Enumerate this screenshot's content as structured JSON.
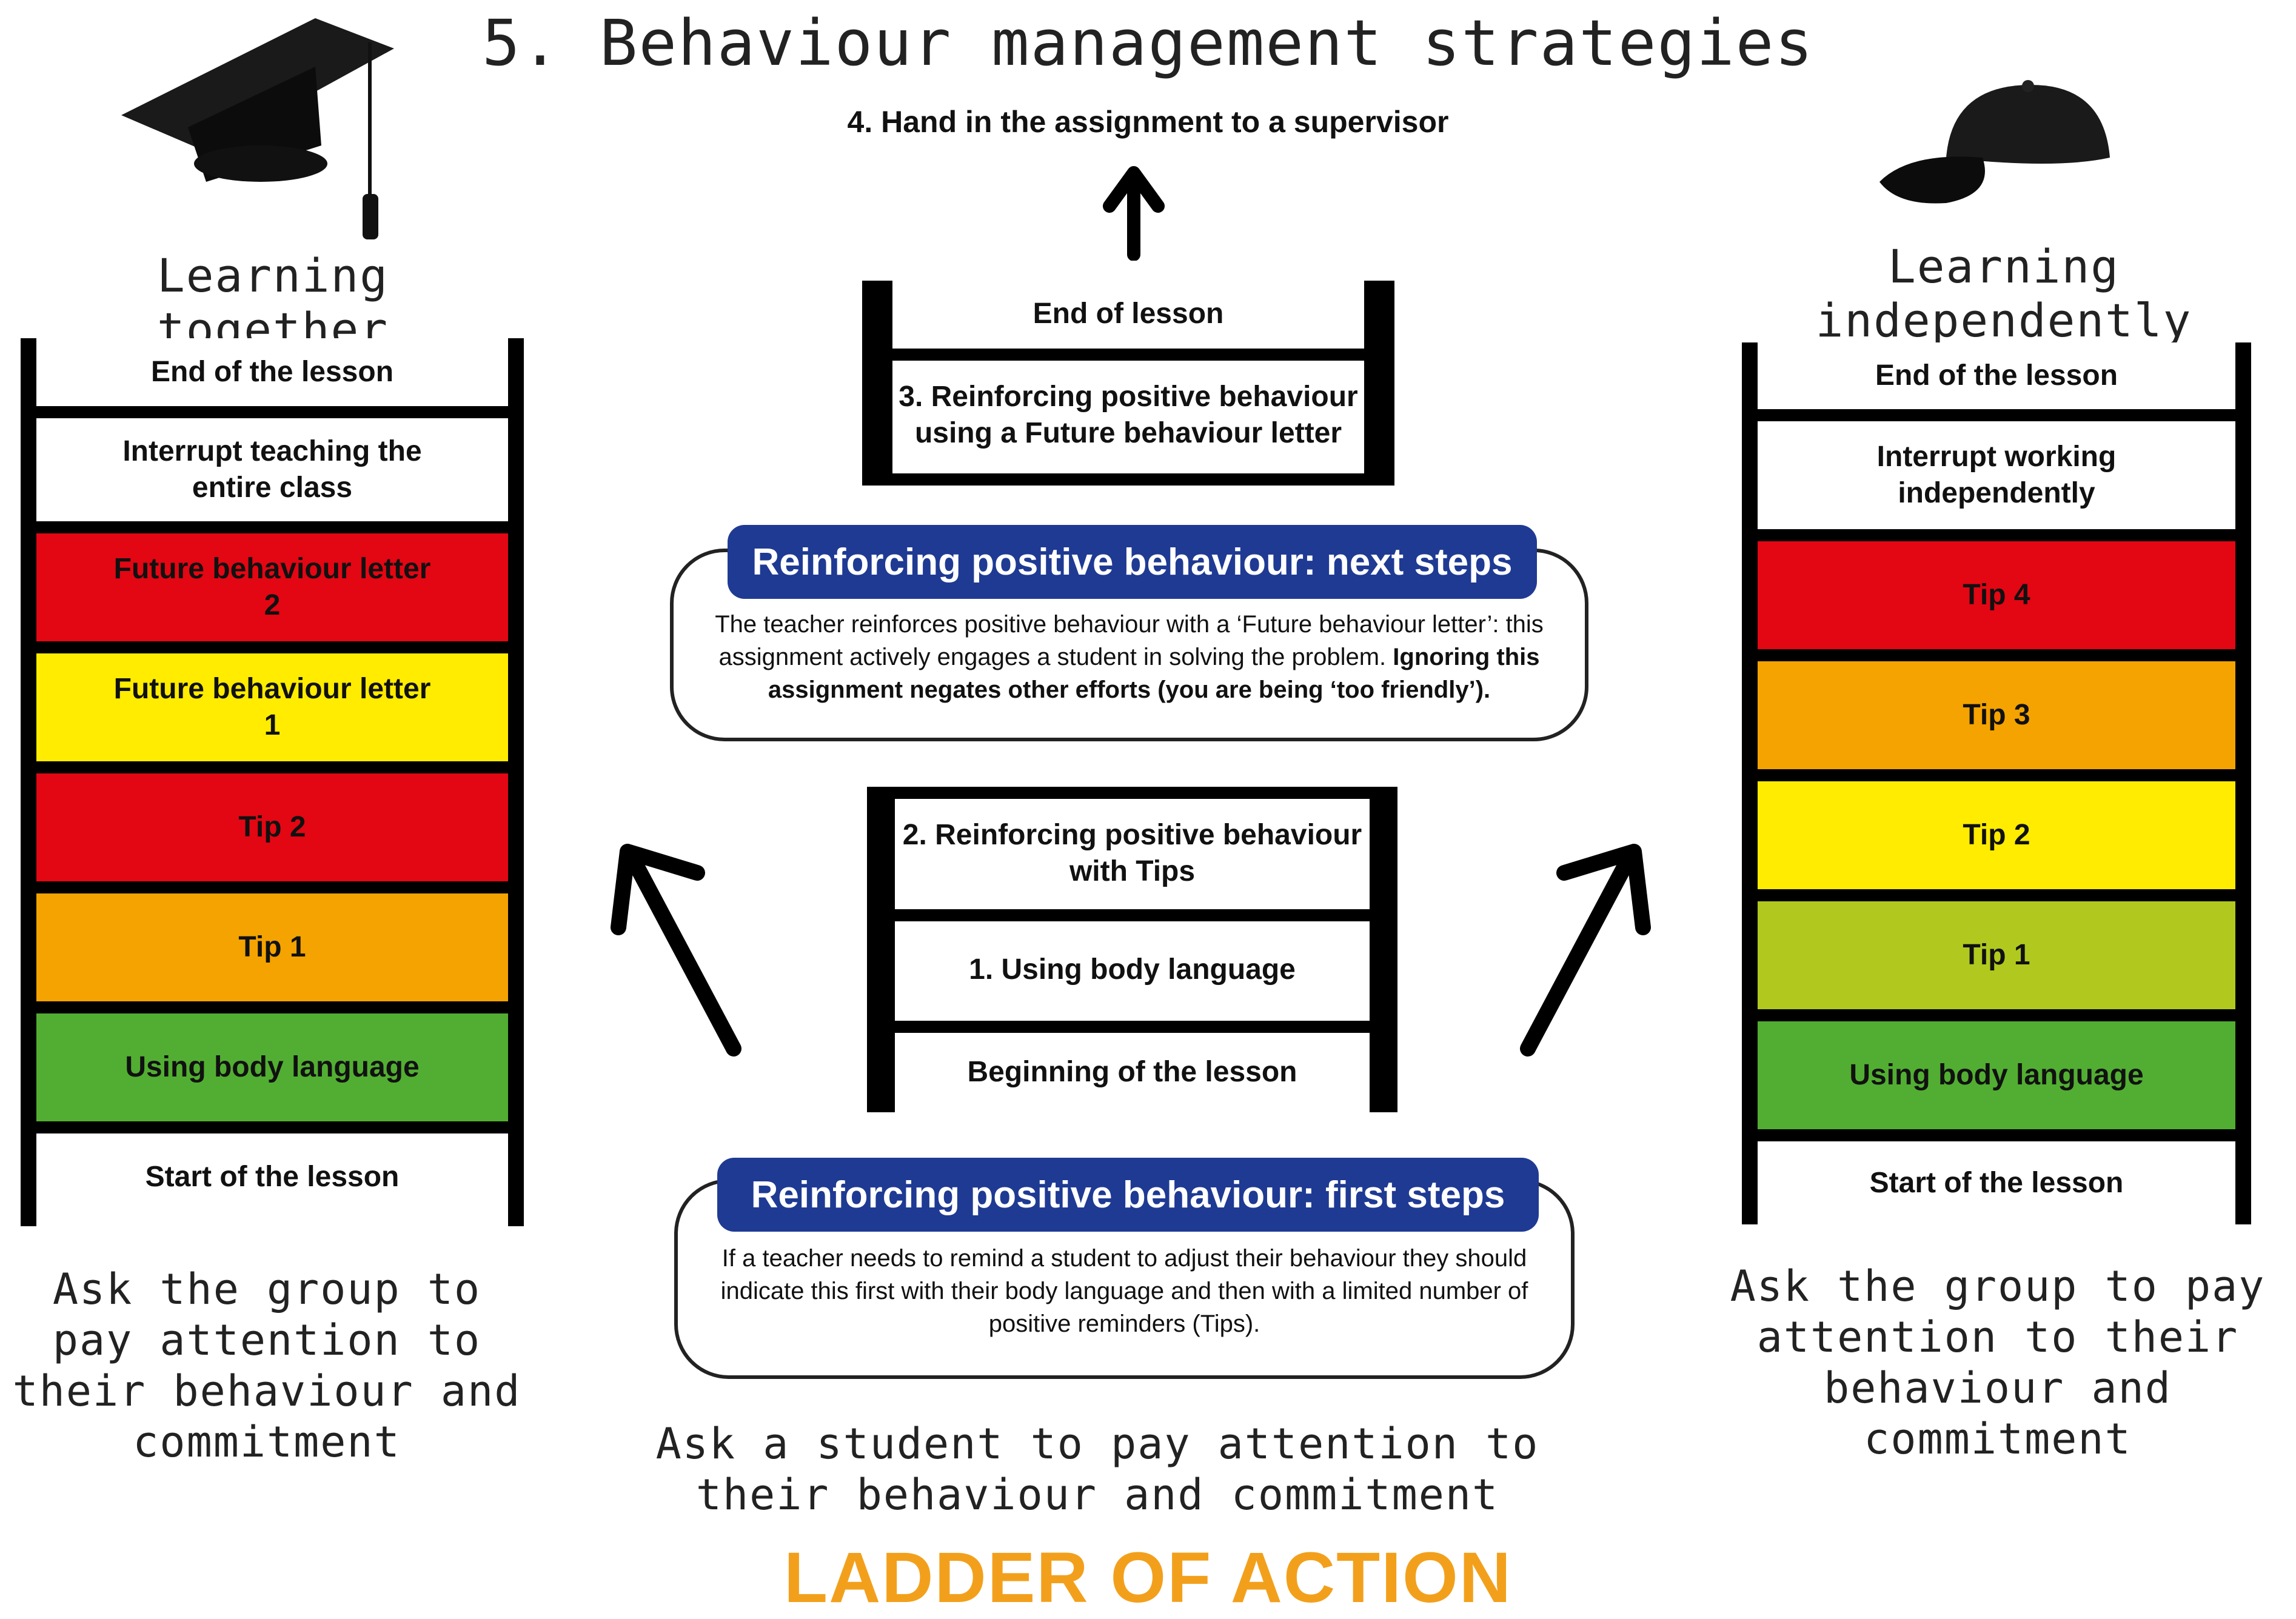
{
  "title": "5. Behaviour management strategies",
  "top_step": "4. Hand in the assignment to a supervisor",
  "left": {
    "heading": "Learning together",
    "icon": "mortarboard-icon",
    "rungs": [
      {
        "label": "End of the lesson",
        "color": "#ffffff"
      },
      {
        "label": "Interrupt teaching the entire class",
        "color": "#ffffff"
      },
      {
        "label": "Future behaviour letter 2",
        "color": "#e30613"
      },
      {
        "label": "Future behaviour letter 1",
        "color": "#ffec00"
      },
      {
        "label": "Tip 2",
        "color": "#e30613"
      },
      {
        "label": "Tip 1",
        "color": "#f5a300"
      },
      {
        "label": "Using body language",
        "color": "#52ae32"
      },
      {
        "label": "Start of the lesson",
        "color": "#ffffff"
      }
    ],
    "caption": "Ask the group to pay attention to their behaviour and commitment"
  },
  "right": {
    "heading": "Learning independently",
    "icon": "baseball-cap-icon",
    "rungs": [
      {
        "label": "End of the lesson",
        "color": "#ffffff"
      },
      {
        "label": "Interrupt working independently",
        "color": "#ffffff"
      },
      {
        "label": "Tip 4",
        "color": "#e30613"
      },
      {
        "label": "Tip 3",
        "color": "#f5a300"
      },
      {
        "label": "Tip 2",
        "color": "#ffec00"
      },
      {
        "label": "Tip 1",
        "color": "#b1c91f"
      },
      {
        "label": "Using body language",
        "color": "#52ae32"
      },
      {
        "label": "Start of the lesson",
        "color": "#ffffff"
      }
    ],
    "caption": "Ask the group to pay attention to their behaviour and commitment"
  },
  "center_top_ladder": {
    "rungs": [
      {
        "label": "End of lesson"
      },
      {
        "label": "3. Reinforcing positive behaviour using a Future behaviour letter"
      }
    ]
  },
  "next_steps": {
    "heading": "Reinforcing positive behaviour: next steps",
    "text_plain": "The teacher reinforces positive behaviour with a ‘Future behaviour letter’: this assignment actively engages a student in solving the problem.",
    "text_bold": "Ignoring this assignment negates other efforts (you are being ‘too friendly’)."
  },
  "center_bottom_ladder": {
    "rungs": [
      {
        "label": "2. Reinforcing positive behaviour with Tips"
      },
      {
        "label": "1. Using body language"
      },
      {
        "label": "Beginning of the lesson"
      }
    ]
  },
  "first_steps": {
    "heading": "Reinforcing positive behaviour: first steps",
    "text": "If a teacher needs to remind a student to adjust their behaviour they should indicate this first with their body language and then with a limited number of positive reminders (Tips)."
  },
  "center_caption": "Ask a student to pay attention to their behaviour and commitment",
  "footer": "LADDER OF ACTION",
  "colors": {
    "accent_blue": "#1f3a93",
    "footer_orange": "#f2a01c"
  }
}
